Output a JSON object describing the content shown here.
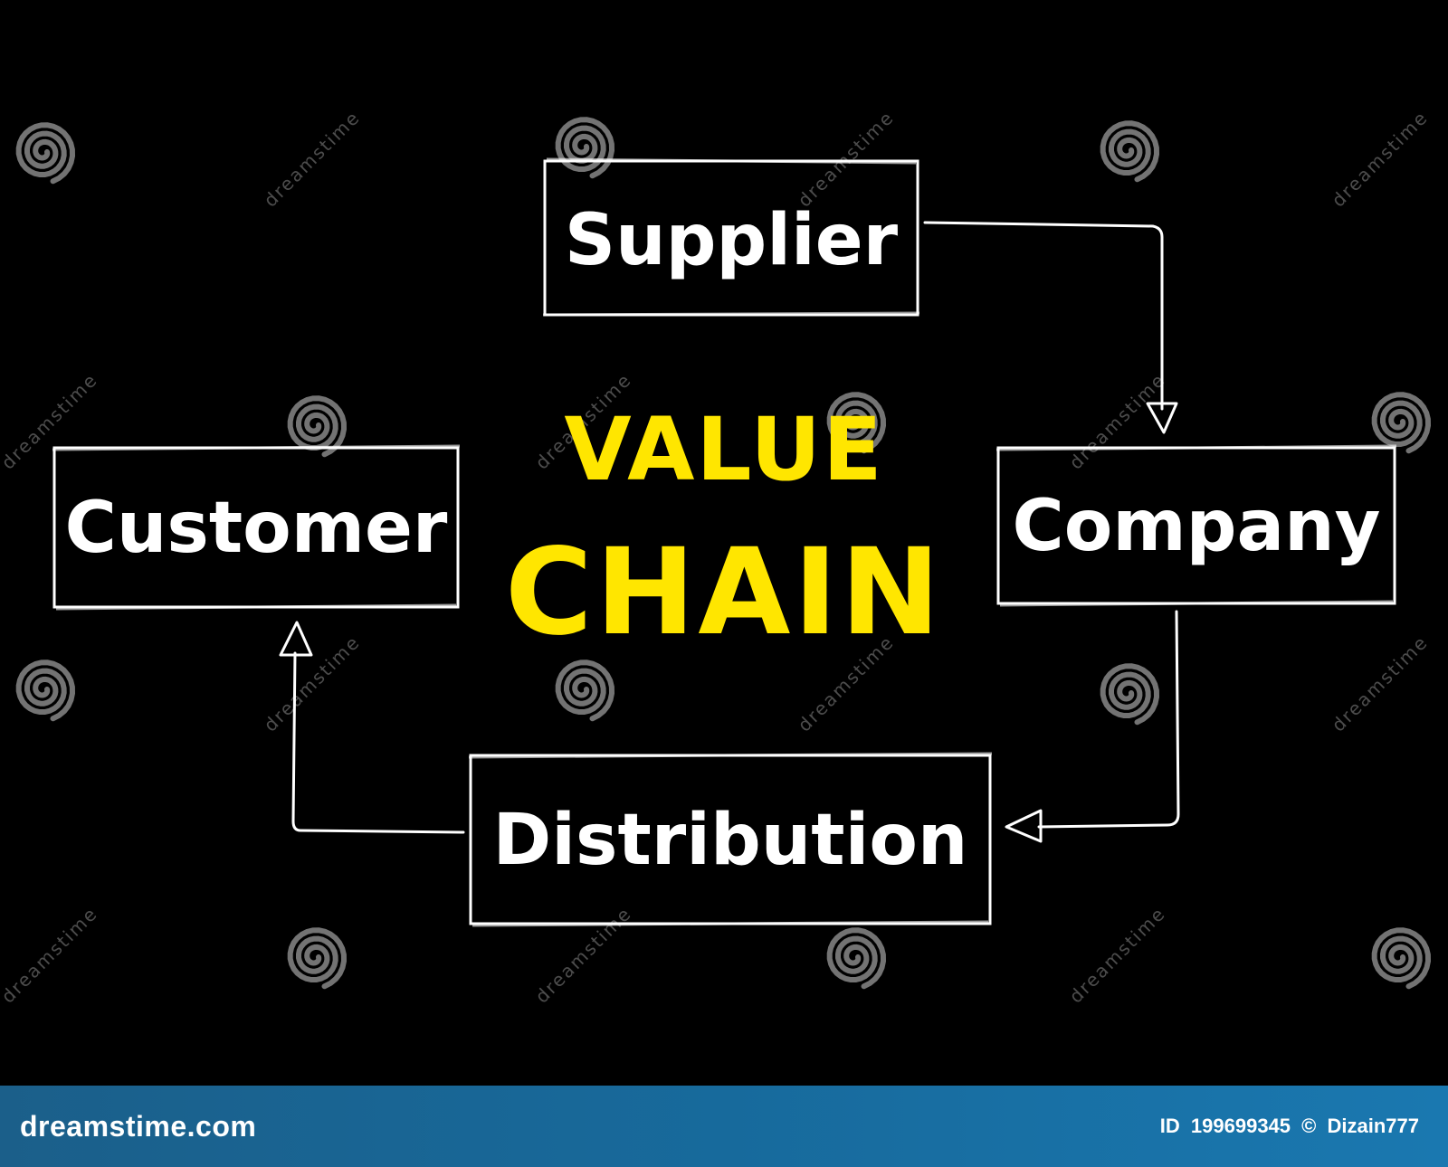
{
  "title": {
    "line1": "VALUE",
    "line2": "CHAIN"
  },
  "nodes": {
    "supplier": "Supplier",
    "company": "Company",
    "distribution": "Distribution",
    "customer": "Customer"
  },
  "flow": [
    "Supplier",
    "Company",
    "Distribution",
    "Customer"
  ],
  "watermark": {
    "text": "dreamstime"
  },
  "footer": {
    "brand": "dreamstime.com",
    "id_label": "ID",
    "id_value": "199699345",
    "copyright": "©",
    "author": "Dizain777"
  },
  "colors": {
    "background": "#000000",
    "title": "#ffe600",
    "node_text": "#ffffff",
    "footer_bar": "#176a9c"
  }
}
